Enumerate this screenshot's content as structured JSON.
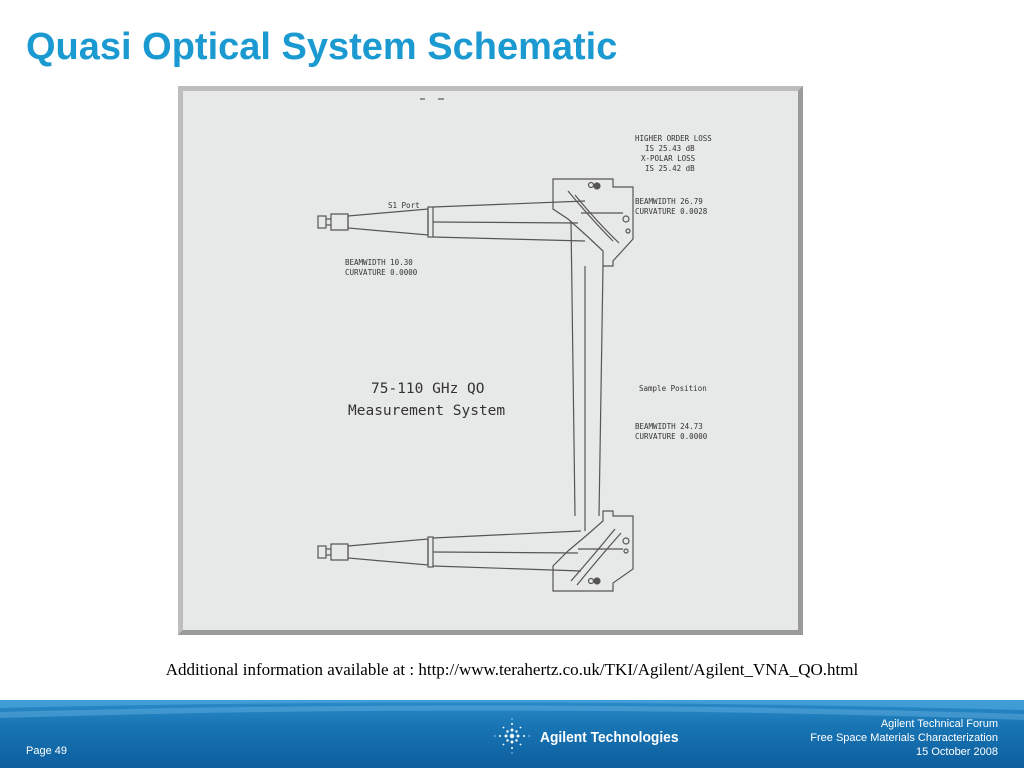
{
  "slide": {
    "title": "Quasi Optical System Schematic",
    "caption": "Additional information available at : http://www.terahertz.co.uk/TKI/Agilent/Agilent_VNA_QO.html"
  },
  "diagram": {
    "top_note": "HIGHER ORDER LOSS\nIS 25.43 dB\nX-POLAR LOSS\nIS 25.42 dB",
    "top_note_lines": [
      "HIGHER ORDER LOSS",
      "IS 25.43 dB",
      "X-POLAR LOSS",
      "IS 25.42 dB"
    ],
    "port_label": "S1 Port",
    "beam_left": [
      "BEAMWIDTH 10.30",
      "CURVATURE 0.0000"
    ],
    "beam_mirror": [
      "BEAMWIDTH 26.79",
      "CURVATURE 0.0028"
    ],
    "system_title": [
      "75-110 GHz QO",
      "Measurement System"
    ],
    "sample_label": "Sample Position",
    "beam_sample": [
      "BEAMWIDTH 24.73",
      "CURVATURE 0.0000"
    ]
  },
  "footer": {
    "page": "Page 49",
    "logo_text": "Agilent Technologies",
    "event_lines": [
      "Agilent Technical Forum",
      "Free Space Materials Characterization",
      "15 October 2008"
    ],
    "colors": {
      "title": "#1a9ad0",
      "band": "#1874b3"
    }
  }
}
